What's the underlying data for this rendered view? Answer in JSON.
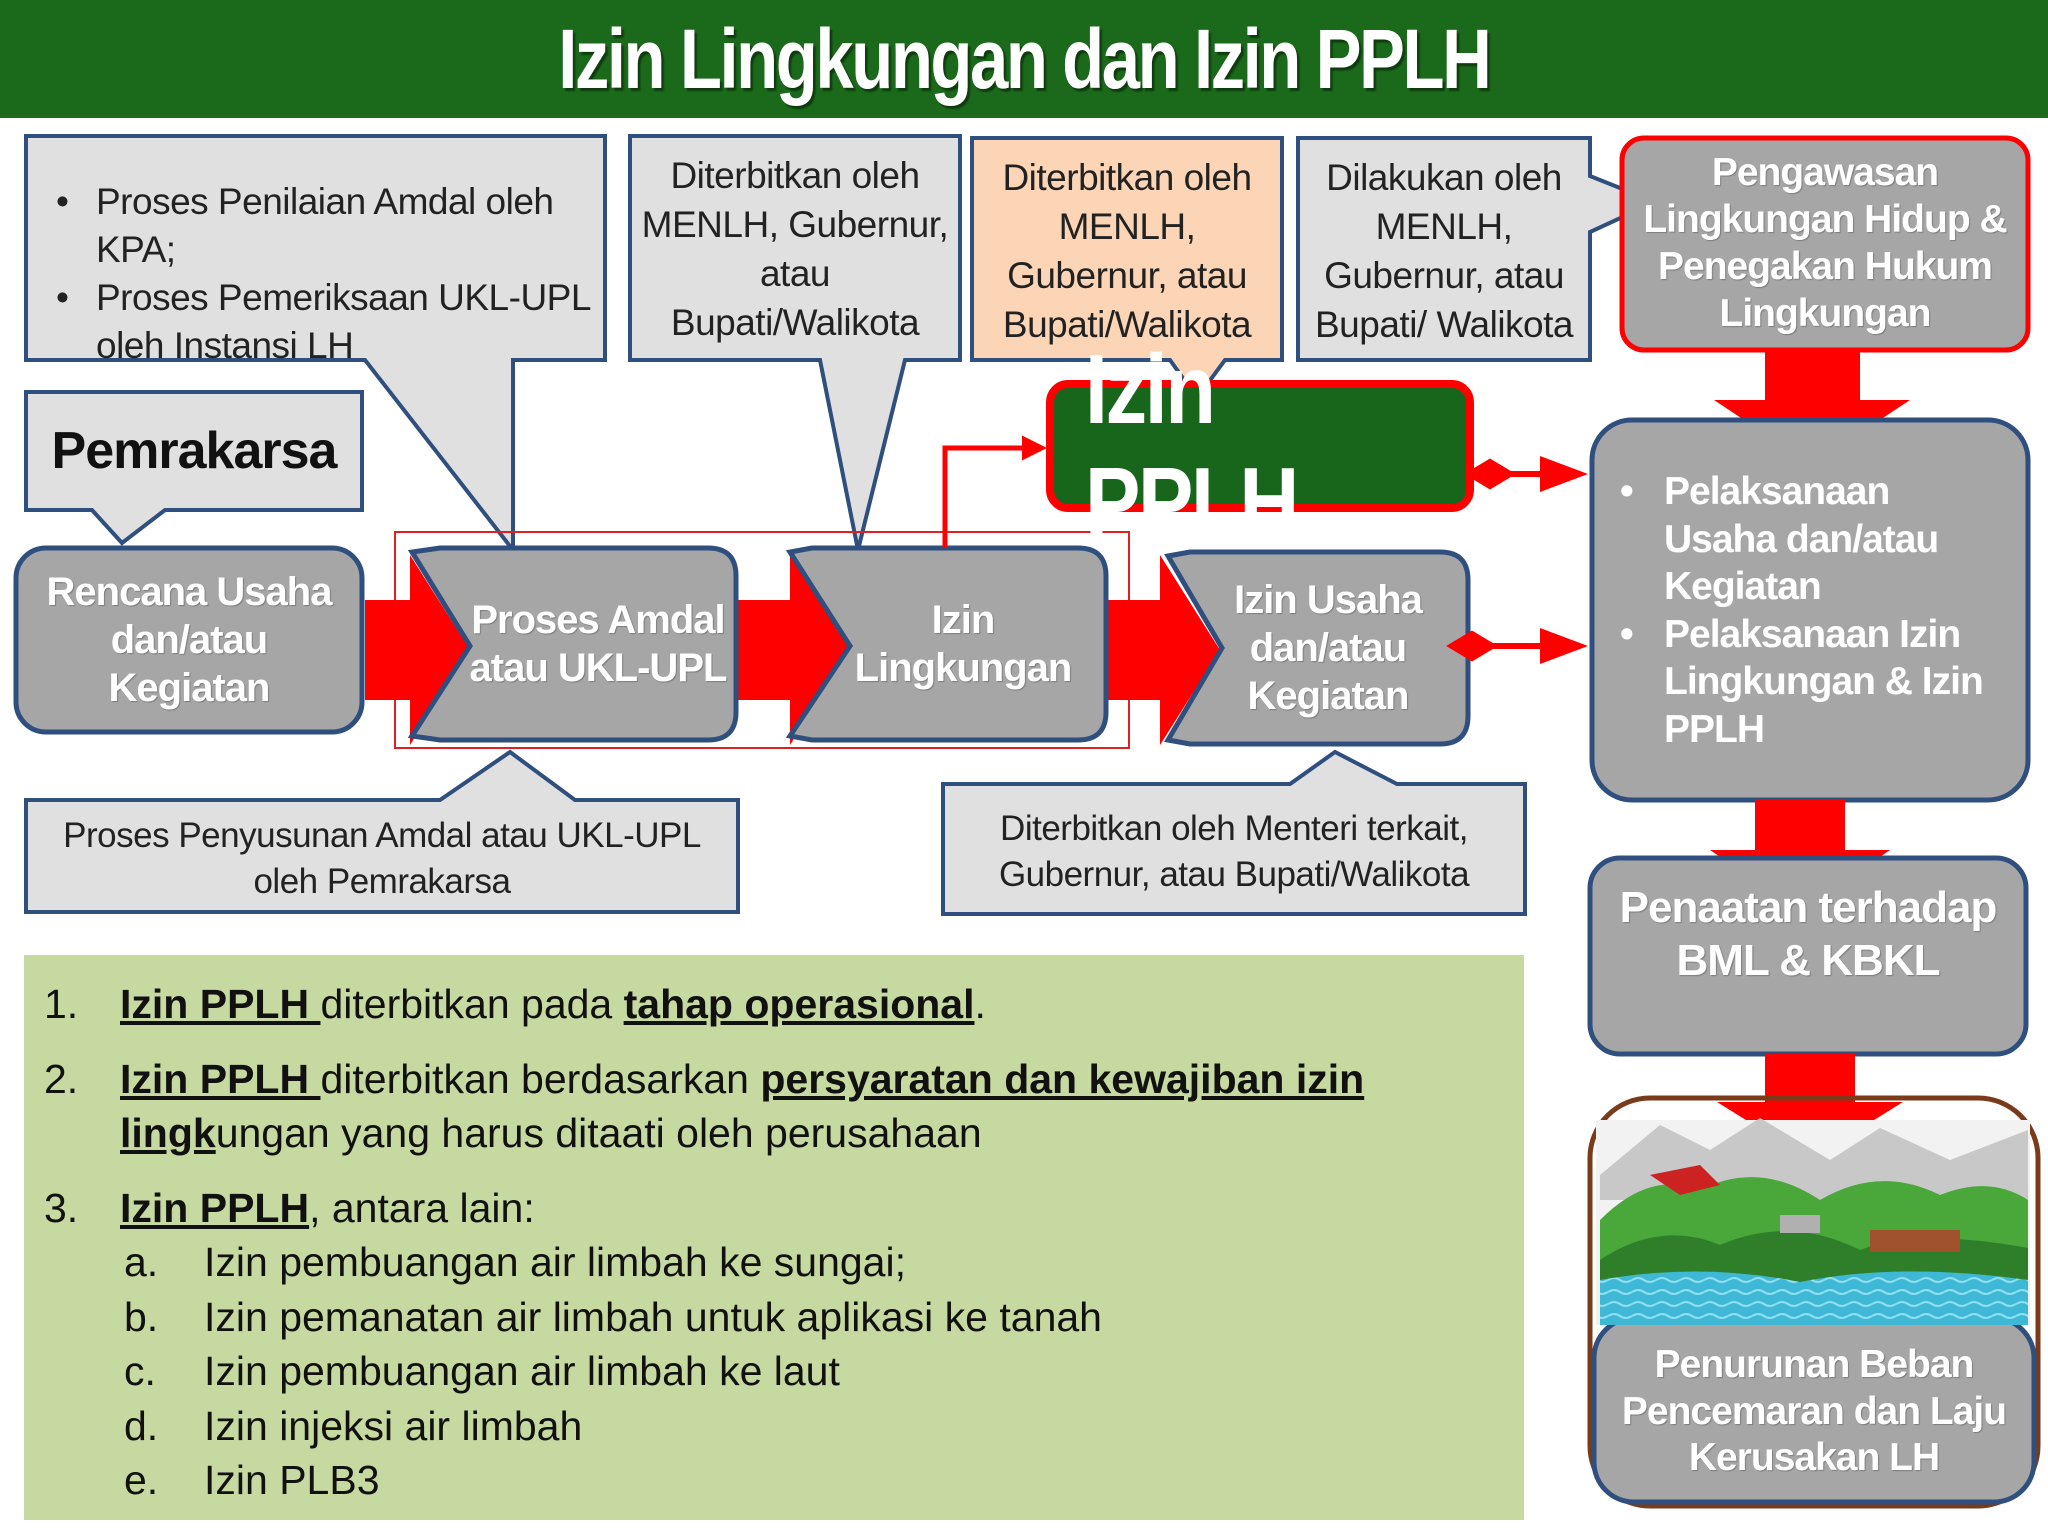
{
  "title": "Izin Lingkungan dan Izin PPLH",
  "callouts": {
    "assessment": [
      "Proses Penilaian Amdal oleh KPA;",
      "Proses Pemeriksaan UKL-UPL oleh Instansi LH"
    ],
    "assessment_lines": [
      "Proses Penilaian Amdal oleh KPA;",
      "Proses Pemeriksaan UKL-UPL",
      "oleh Instansi LH"
    ],
    "issued_env_permit": [
      "Diterbitkan oleh",
      "MENLH, Gubernur,",
      "atau",
      "Bupati/Walikota"
    ],
    "issued_pplh": [
      "Diterbitkan oleh",
      "MENLH,",
      "Gubernur, atau",
      "Bupati/Walikota"
    ],
    "conducted_by": [
      "Dilakukan oleh",
      "MENLH,",
      "Gubernur, atau",
      "Bupati/ Walikota"
    ],
    "pemrakarsa": "Pemrakarsa",
    "drafting": [
      "Proses Penyusunan Amdal atau  UKL-UPL",
      "oleh Pemrakarsa"
    ],
    "issued_business": [
      "Diterbitkan oleh Menteri terkait,",
      "Gubernur, atau Bupati/Walikota"
    ]
  },
  "flow": {
    "plan": [
      "Rencana Usaha",
      "dan/atau",
      "Kegiatan"
    ],
    "amdal": [
      "Proses Amdal",
      "atau UKL-UPL"
    ],
    "env_permit": [
      "Izin",
      "Lingkungan"
    ],
    "business_permit": [
      "Izin Usaha",
      "dan/atau",
      "Kegiatan"
    ],
    "pplh": "Izin PPLH"
  },
  "right_column": {
    "supervision": [
      "Pengawasan",
      "Lingkungan Hidup &",
      "Penegakan Hukum",
      "Lingkungan"
    ],
    "implementation": [
      [
        "Pelaksanaan",
        "Usaha dan/atau",
        "Kegiatan"
      ],
      [
        "Pelaksanaan  Izin",
        "Lingkungan  & Izin",
        "PPLH"
      ]
    ],
    "compliance": [
      "Penaatan terhadap",
      "BML & KBKL"
    ],
    "reduction": [
      "Penurunan Beban",
      "Pencemaran dan Laju",
      "Kerusakan LH"
    ]
  },
  "notes": {
    "n1": {
      "num": "1.",
      "a": "Izin PPLH ",
      "b": "diterbitkan pada ",
      "c": "tahap operasional",
      "d": "."
    },
    "n2": {
      "num": "2.",
      "a": "Izin PPLH ",
      "b": "diterbitkan berdasarkan ",
      "c": "persyaratan dan kewajiban izin lingk",
      "d": "ungan yang harus ditaati oleh perusahaan"
    },
    "n3": {
      "num": "3.",
      "a": "Izin PPLH",
      "b": ", antara lain:"
    },
    "sub": [
      {
        "letter": "a.",
        "text": "Izin pembuangan air limbah ke sungai;"
      },
      {
        "letter": "b.",
        "text": "Izin pemanatan air limbah untuk aplikasi ke tanah"
      },
      {
        "letter": "c.",
        "text": "Izin pembuangan air limbah ke laut"
      },
      {
        "letter": "d.",
        "text": "Izin injeksi air limbah"
      },
      {
        "letter": "e.",
        "text": "Izin PLB3"
      }
    ]
  },
  "colors": {
    "title_bg": "#1b6a1b",
    "box_gray": "#a6a6a6",
    "box_border": "#2f4f7f",
    "arrow_red": "#ff0000",
    "pplh_green": "#17661b",
    "callout_peach": "#fbd5b5",
    "callout_gray": "#e0e0e0",
    "notes_bg": "#c6d9a0"
  }
}
